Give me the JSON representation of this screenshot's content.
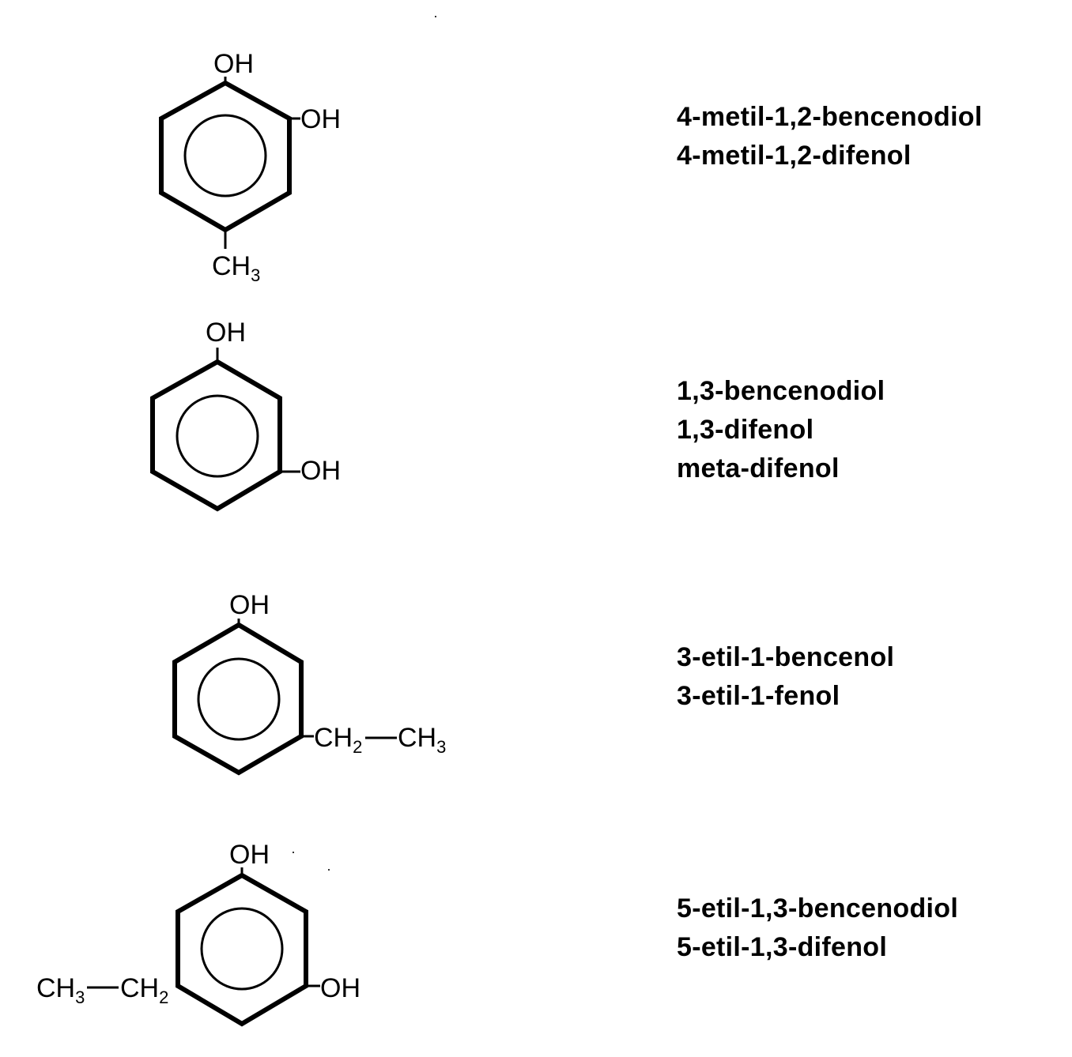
{
  "compounds": [
    {
      "substituents": {
        "top": "OH",
        "upper_right": "OH",
        "bottom": "CH",
        "bottom_sub": "3"
      },
      "names": [
        "4-metil-1,2-bencenodiol",
        "4-metil-1,2-difenol"
      ]
    },
    {
      "substituents": {
        "top": "OH",
        "lower_right": "OH"
      },
      "names": [
        "1,3-bencenodiol",
        "1,3-difenol",
        "meta-difenol"
      ]
    },
    {
      "substituents": {
        "top": "OH",
        "lower_right_a": "CH",
        "lower_right_a_sub": "2",
        "lower_right_b": "CH",
        "lower_right_b_sub": "3"
      },
      "names": [
        "3-etil-1-bencenol",
        "3-etil-1-fenol"
      ]
    },
    {
      "substituents": {
        "top": "OH",
        "lower_right": "OH",
        "lower_left_a": "CH",
        "lower_left_a_sub": "3",
        "lower_left_b": "CH",
        "lower_left_b_sub": "2"
      },
      "names": [
        "5-etil-1,3-bencenodiol",
        "5-etil-1,3-difenol"
      ]
    }
  ]
}
